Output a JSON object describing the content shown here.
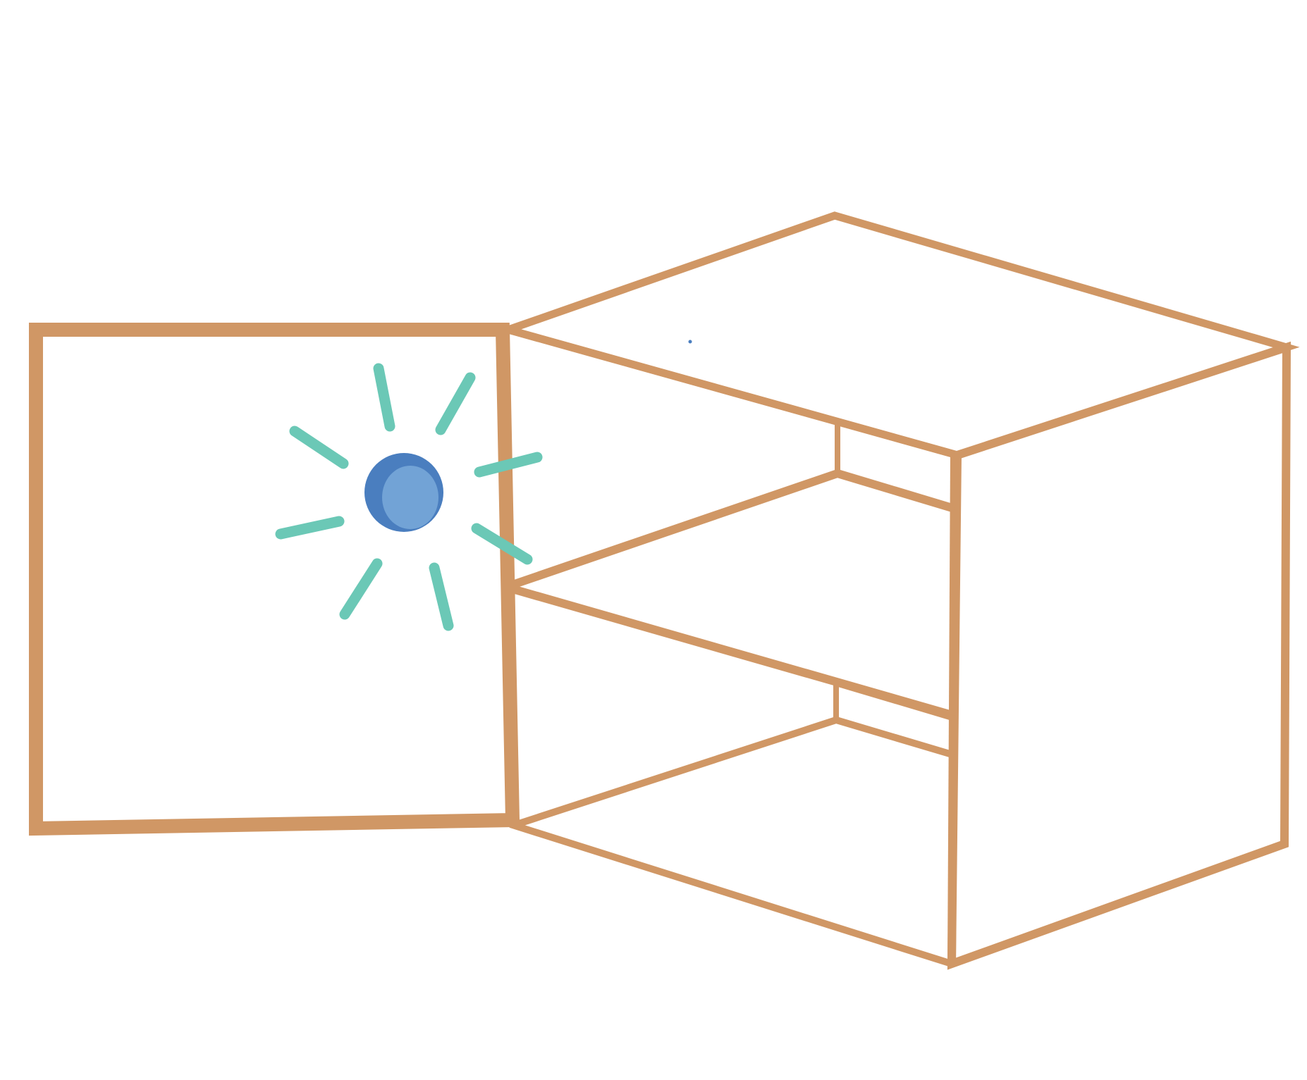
{
  "illustration": {
    "subject": "cabinet-open-door-with-shining-knob",
    "colors": {
      "wood_outline": "#D09765",
      "knob_outer": "#4A7EBF",
      "knob_highlight": "#72A3D6",
      "sparkle_rays": "#6BC8B6",
      "background": "#FFFFFF"
    },
    "cabinet": {
      "shelf_count": 2,
      "door_state": "open"
    },
    "door": {
      "knob_icon": "door-knob-icon",
      "sparkle_ray_count": 8
    }
  }
}
